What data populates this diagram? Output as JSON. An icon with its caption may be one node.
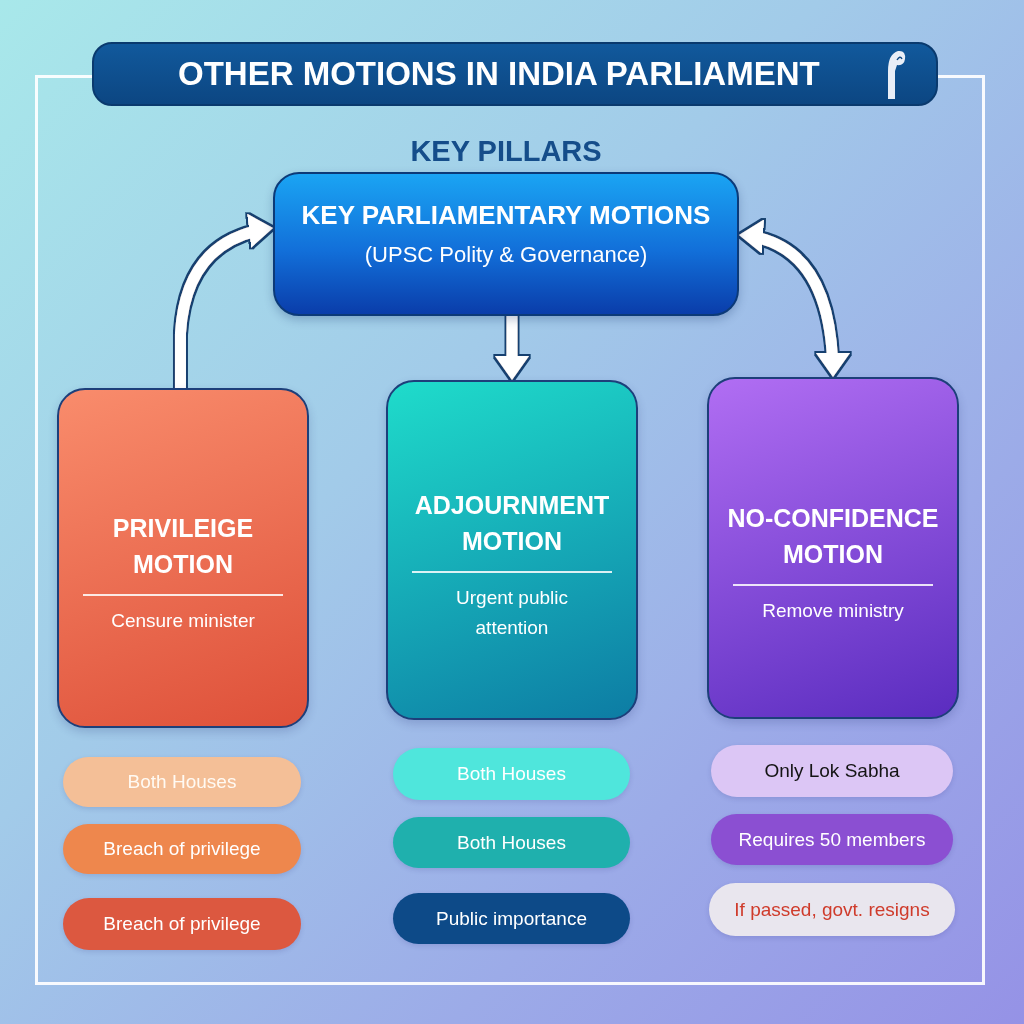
{
  "diagram": {
    "title": "OTHER MOTIONS IN INDIA PARLIAMENT",
    "nodes": [
      {
        "text": [
          "KEY PILLARS",
          "KEY PARLIAMENTARY MOTIONS",
          "(UPSC Polity & Governance)"
        ]
      },
      {
        "text": [
          "PRIVILEIGE MOTION",
          "Censure minister"
        ]
      },
      {
        "text": [
          "ADJOURNMENT MOTION",
          "Urgent public attention"
        ]
      },
      {
        "text": [
          "NO-CONFIDENCE MOTION",
          "Remove ministry"
        ]
      },
      {
        "text": [
          "Both Houses"
        ]
      },
      {
        "text": [
          "Breach of privilege"
        ]
      },
      {
        "text": [
          "Breach of privilege"
        ]
      },
      {
        "text": [
          "Both Houses"
        ]
      },
      {
        "text": [
          "Both Houses"
        ]
      },
      {
        "text": [
          "Public importance"
        ]
      },
      {
        "text": [
          "Only Lok Sabha"
        ]
      },
      {
        "text": [
          "Requires 50 members"
        ]
      },
      {
        "text": [
          "If passed, govt. resigns"
        ]
      }
    ],
    "edges": [
      {
        "from": 1,
        "to": 0,
        "arrow": "to"
      },
      {
        "from": 0,
        "to": 2,
        "arrow": "to"
      },
      {
        "from": 0,
        "to": 3,
        "arrow": "both"
      }
    ]
  }
}
